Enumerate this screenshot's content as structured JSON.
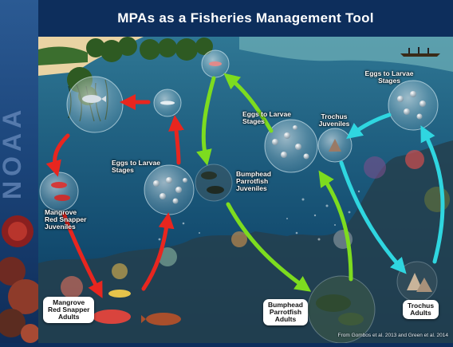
{
  "slide": {
    "title": "MPAs as a Fisheries Management Tool",
    "sidebar_text": "NOAA"
  },
  "diagram": {
    "nodes": {
      "mangrove_red_snapper_juveniles": "Mangrove\nRed Snapper\nJuveniles",
      "mangrove_red_snapper_adults": "Mangrove\nRed Snapper\nAdults",
      "eggs_to_larvae_left": "Eggs to Larvae\nStages",
      "bumphead_parrotfish_juveniles": "Bumphead\nParrotfish\nJuveniles",
      "eggs_to_larvae_middle": "Eggs to Larvae\nStages",
      "bumphead_parrotfish_adults": "Bumphead\nParrotfish\nAdults",
      "trochus_juveniles": "Trochus\nJuveniles",
      "eggs_to_larvae_right": "Eggs to Larvae\nStages",
      "trochus_adults": "Trochus\nAdults"
    },
    "arrow_colors": {
      "red_snapper_cycle": "#e8261f",
      "parrotfish_cycle": "#7ddc1f",
      "trochus_cycle": "#2fd6e0"
    },
    "citation": "From Gombos et al. 2013 and Green et al. 2014"
  },
  "colors": {
    "title_bar": "#0d2e5c",
    "sidebar": "#1a4378",
    "deep_water": "#0b3d63",
    "shallow_water": "#3f86a0"
  }
}
